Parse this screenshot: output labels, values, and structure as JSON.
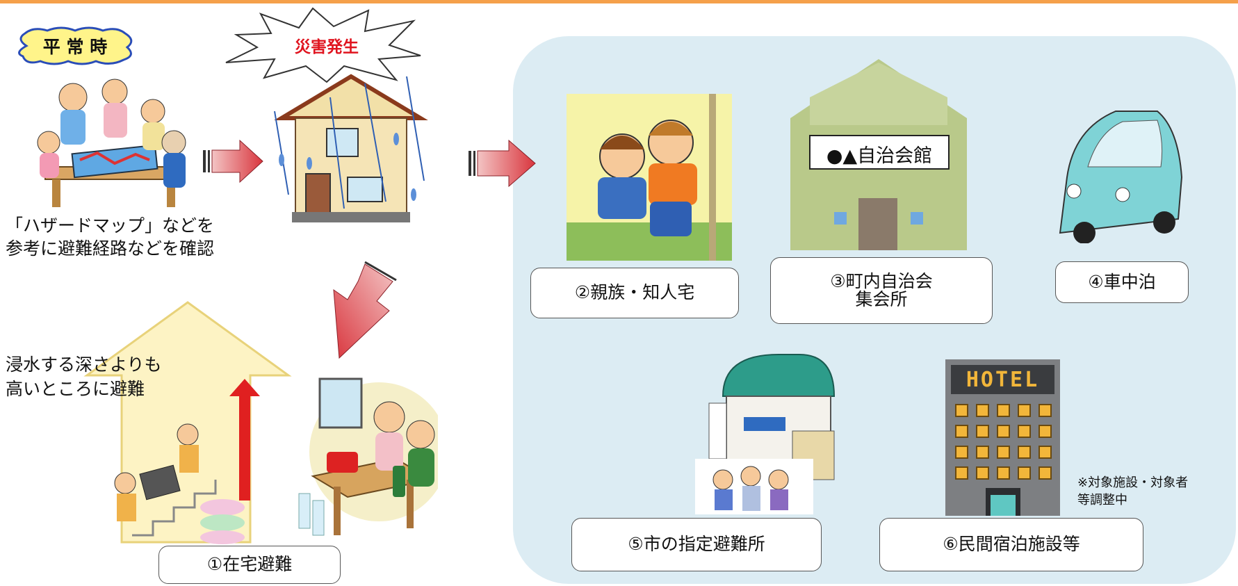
{
  "badges": {
    "normal_time": "平 常 時",
    "disaster": "災害発生"
  },
  "captions": {
    "hazard_map_line1": "「ハザードマップ」などを",
    "hazard_map_line2": "参考に避難経路などを確認",
    "vertical_line1": "浸水する深さよりも",
    "vertical_line2": "高いところに避難"
  },
  "signs": {
    "hall_sign": "●▲自治会館",
    "hotel_sign": "HOTEL"
  },
  "options": {
    "home": "①在宅避難",
    "relatives": "②親族・知人宅",
    "community_hall_line1": "③町内自治会",
    "community_hall_line2": "集会所",
    "car": "④車中泊",
    "city_shelter": "⑤市の指定避難所",
    "private_lodging": "⑥民間宿泊施設等"
  },
  "note": {
    "line1": "※対象施設・対象者",
    "line2": "等調整中"
  },
  "colors": {
    "accent_orange": "#f5a04a",
    "panel_blue": "#dcecf3",
    "arrow_red": "#d9363e"
  }
}
